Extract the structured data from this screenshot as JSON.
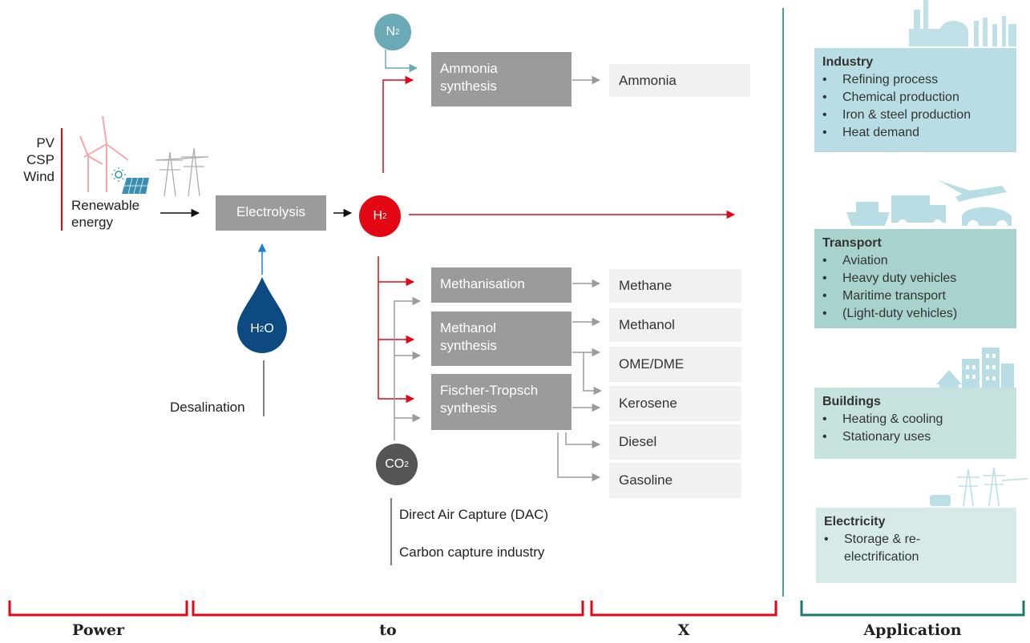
{
  "power": {
    "sources": [
      "PV",
      "CSP",
      "Wind"
    ],
    "renewable_label_line1": "Renewable",
    "renewable_label_line2": "energy",
    "desalination": "Desalination"
  },
  "process": {
    "electrolysis": "Electrolysis",
    "h2": {
      "base": "H",
      "sub": "2"
    },
    "n2": {
      "base": "N",
      "sub": "2"
    },
    "co2": {
      "base": "CO",
      "sub": "2"
    },
    "h2o": {
      "base": "H",
      "sub": "2",
      "suffix": "O"
    },
    "ammonia_synthesis": [
      "Ammonia",
      "synthesis"
    ],
    "methanisation": "Methanisation",
    "methanol_synthesis": [
      "Methanol",
      "synthesis"
    ],
    "fischer_tropsch": [
      "Fischer-Tropsch",
      "synthesis"
    ],
    "co2_sources": [
      "Direct Air Capture (DAC)",
      "Carbon capture industry"
    ]
  },
  "products": [
    "Ammonia",
    "Methane",
    "Methanol",
    "OME/DME",
    "Kerosene",
    "Diesel",
    "Gasoline"
  ],
  "applications": [
    {
      "title": "Industry",
      "items": [
        "Refining  process",
        "Chemical production",
        "Iron & steel production",
        "Heat demand"
      ]
    },
    {
      "title": "Transport",
      "items": [
        "Aviation",
        "Heavy duty vehicles",
        "Maritime transport",
        "(Light-duty vehicles)"
      ]
    },
    {
      "title": "Buildings",
      "items": [
        "Heating & cooling",
        "Stationary uses"
      ]
    },
    {
      "title": "Electricity",
      "items": [
        "Storage & re-",
        "electrification"
      ]
    }
  ],
  "footer": {
    "power": "Power",
    "to": "to",
    "x": "X",
    "application": "Application"
  },
  "colors": {
    "red": "#e30613",
    "gray_box": "#9b9b9b",
    "teal": "#1a7a6e",
    "blue": "#0d4a82",
    "n2": "#6aaab5",
    "co2": "#555555"
  }
}
